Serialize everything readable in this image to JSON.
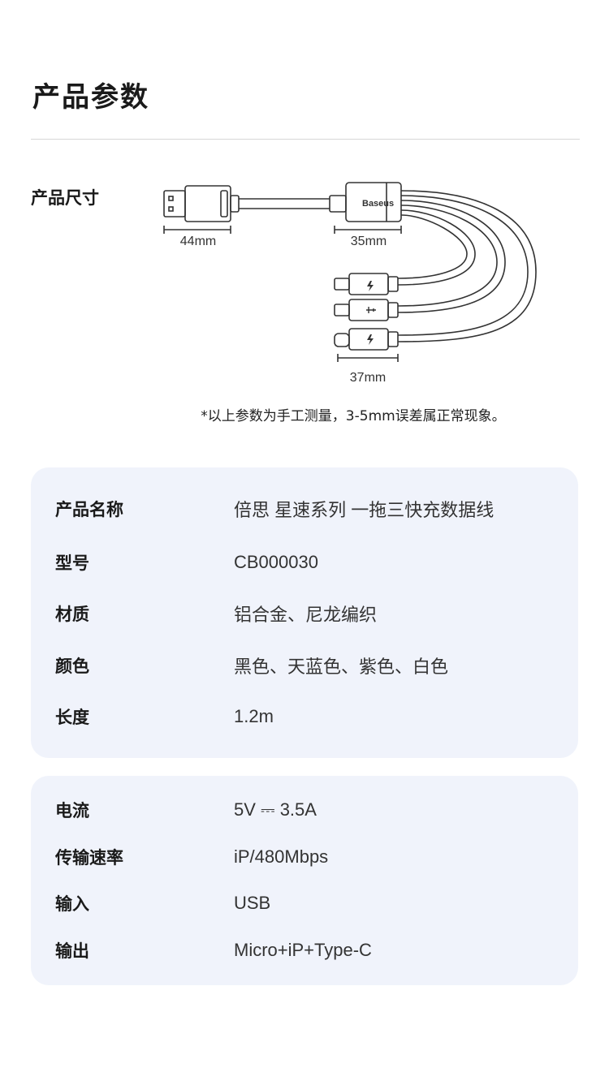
{
  "page": {
    "title": "产品参数",
    "size_label": "产品尺寸",
    "note": "*以上参数为手工测量，3-5mm误差属正常现象。"
  },
  "diagram": {
    "brand_label": "Baseus",
    "dims": [
      "44mm",
      "35mm",
      "37mm"
    ]
  },
  "spec_group_1": [
    {
      "label": "产品名称",
      "value": "倍思 星速系列 一拖三快充数据线"
    },
    {
      "label": "型号",
      "value": "CB000030"
    },
    {
      "label": "材质",
      "value": "铝合金、尼龙编织"
    },
    {
      "label": "颜色",
      "value": "黑色、天蓝色、紫色、白色"
    },
    {
      "label": "长度",
      "value": "1.2m"
    }
  ],
  "spec_group_2": [
    {
      "label": "电流",
      "value": "5V ⎓ 3.5A"
    },
    {
      "label": "传输速率",
      "value": "iP/480Mbps"
    },
    {
      "label": "输入",
      "value": "USB"
    },
    {
      "label": "输出",
      "value": "Micro+iP+Type-C"
    }
  ],
  "colors": {
    "panel_bg": "#f0f3fb",
    "line": "#333333"
  }
}
